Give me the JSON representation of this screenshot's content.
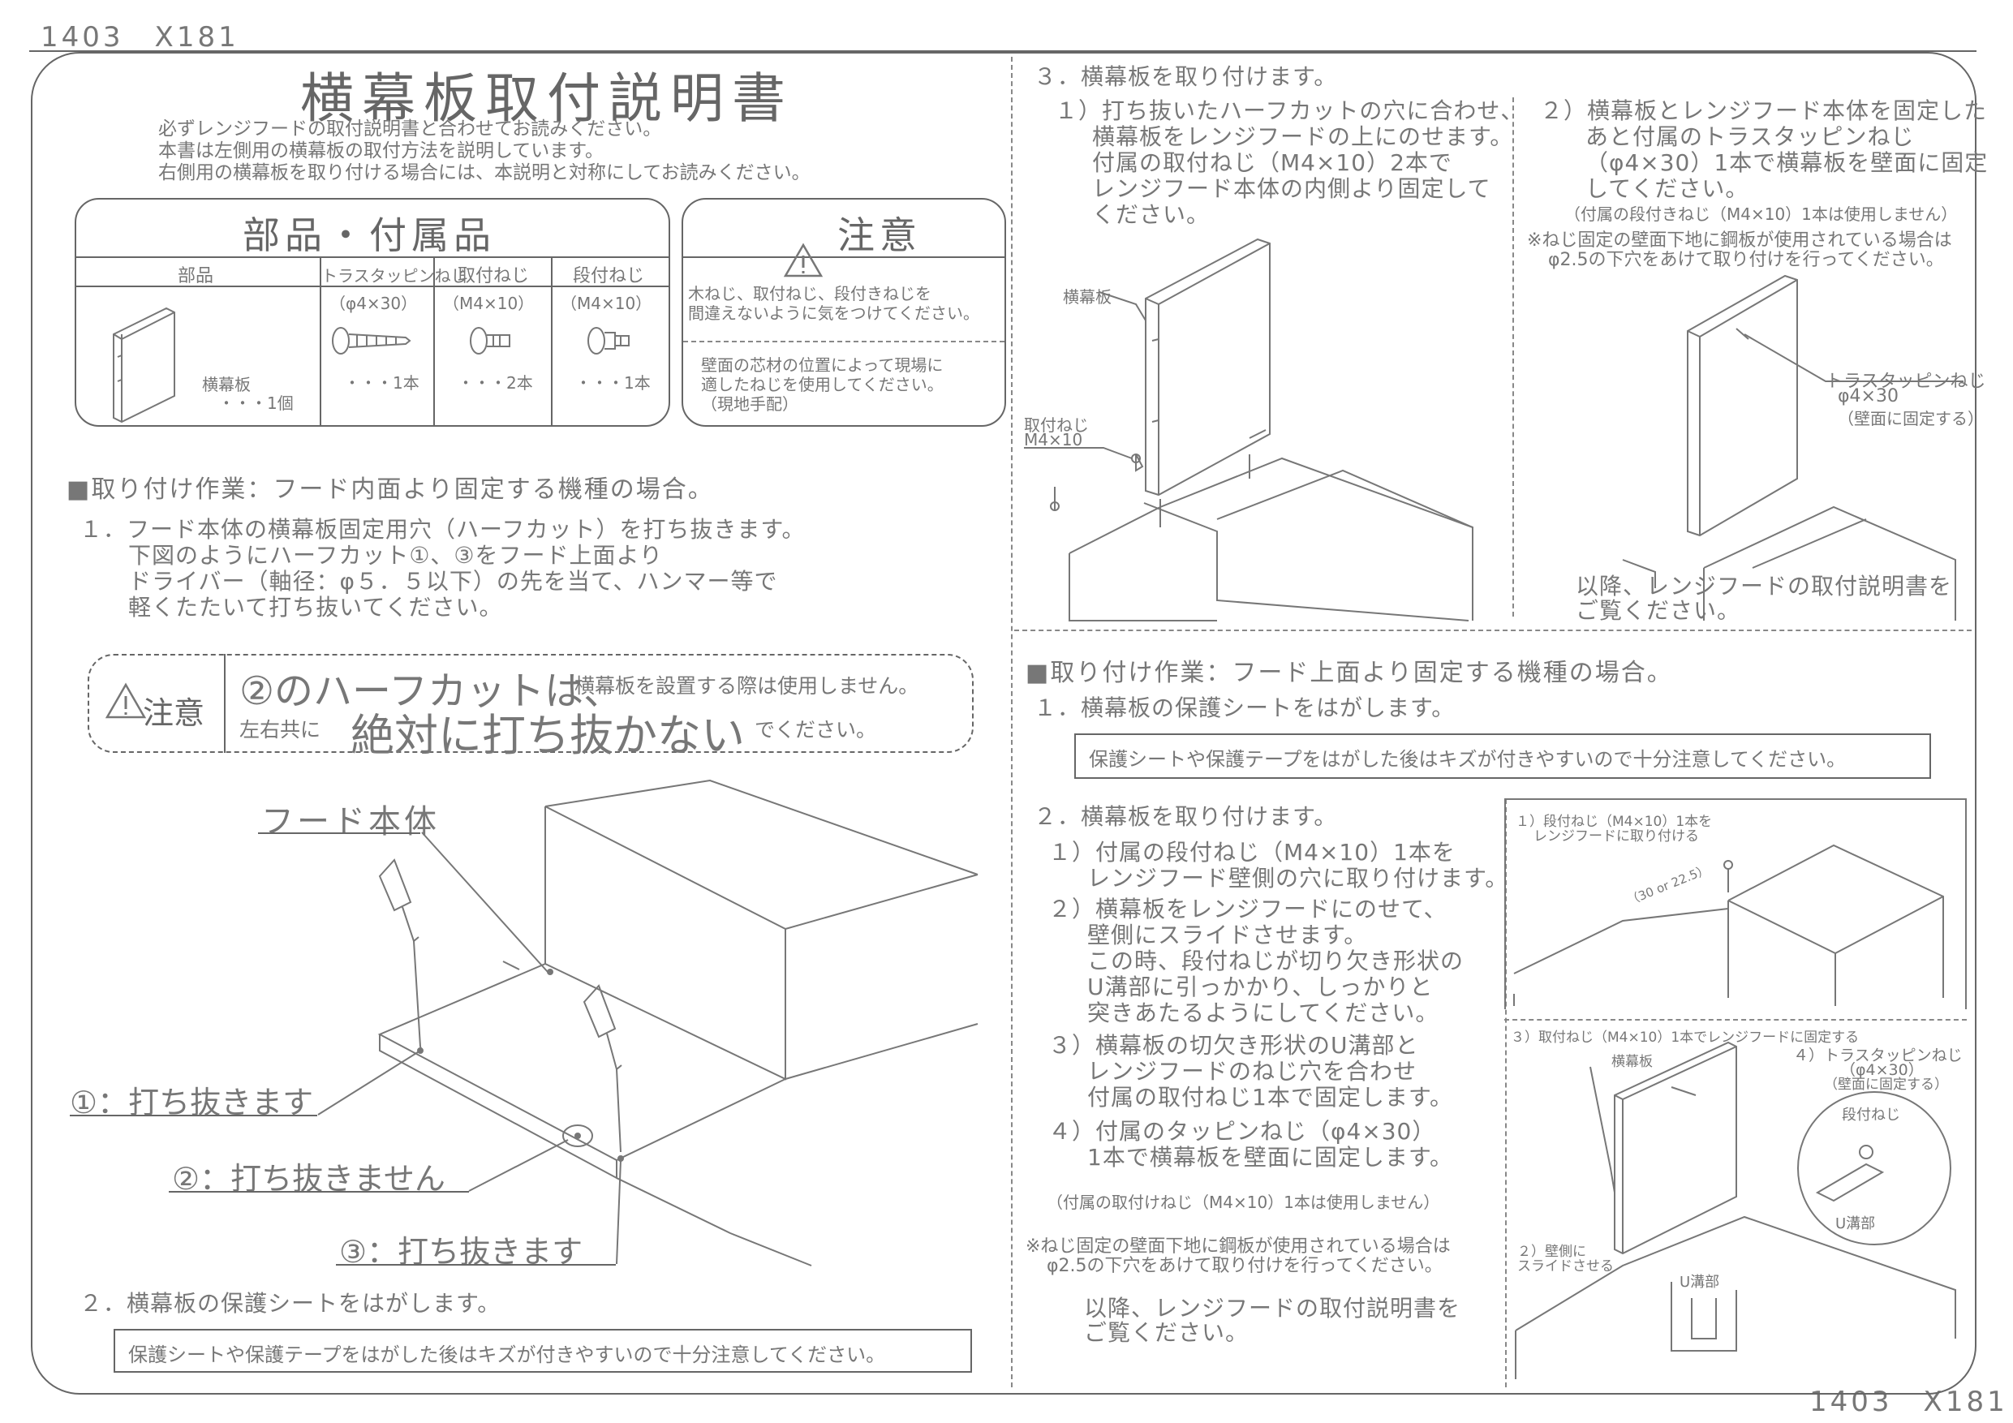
{
  "doc_ref": "1403　X181",
  "title": "横幕板取付説明書",
  "intro": [
    "必ずレンジフードの取付説明書と合わせてお読みください。",
    "本書は左側用の横幕板の取付方法を説明しています。",
    "右側用の横幕板を取り付ける場合には、本説明と対称にしてお読みください。"
  ],
  "parts": {
    "header": "部品・付属品",
    "columns": [
      "部品",
      "トラスタッピンねじ",
      "取付ねじ",
      "段付ねじ"
    ],
    "specs": [
      "（φ4×30）",
      "（M4×10）",
      "（M4×10）"
    ],
    "part_name": "横幕板",
    "part_qty": "・・・1個",
    "qty": [
      "・・・1本",
      "・・・2本",
      "・・・1本"
    ]
  },
  "caution": {
    "header": "注意",
    "line1": "木ねじ、取付ねじ、段付きねじを",
    "line2": "間違えないように気をつけてください。",
    "line3": "壁面の芯材の位置によって現場に",
    "line4": "適したねじを使用してください。",
    "line5": "（現地手配）"
  },
  "section_a": {
    "heading": "■取り付け作業：フード内面より固定する機種の場合。",
    "step1": [
      "１．フード本体の横幕板固定用穴（ハーフカット）を打ち抜きます。",
      "下図のようにハーフカット①、③をフード上面より",
      "ドライバー（軸径：φ５．５以下）の先を当て、ハンマー等で",
      "軽くたたいて打ち抜いてください。"
    ],
    "warn_label": "注意",
    "warn_line1a": "②のハーフカットは、",
    "warn_line1b": "横幕板を設置する際は使用しません。",
    "warn_line2a": "左右共に",
    "warn_line2b": "絶対に打ち抜かない",
    "warn_line2c": "でください。",
    "label_hood": "フード本体",
    "label_1": "①：打ち抜きます",
    "label_2": "②：打ち抜きません",
    "label_3": "③：打ち抜きます",
    "step2": "２．横幕板の保護シートをはがします。",
    "step2_note": "保護シートや保護テープをはがした後はキズが付きやすいので十分注意してください。"
  },
  "section_a3": {
    "heading": "３．横幕板を取り付けます。",
    "col1": [
      "１）打ち抜いたハーフカットの穴に合わせ、",
      "横幕板をレンジフードの上にのせます。",
      "付属の取付ねじ（M4×10）2本で",
      "レンジフード本体の内側より固定して",
      "ください。"
    ],
    "col2": [
      "２）横幕板とレンジフード本体を固定した",
      "あと付属のトラスタッピンねじ",
      "（φ4×30）1本で横幕板を壁面に固定",
      "してください。"
    ],
    "col2_small": "（付属の段付きねじ（M4×10）1本は使用しません）",
    "col2_note1": "※ねじ固定の壁面下地に鋼板が使用されている場合は",
    "col2_note2": "φ2.5の下穴をあけて取り付けを行ってください。",
    "lbl_panel": "横幕板",
    "lbl_screw1": "取付ねじ",
    "lbl_screw2": "M4×10",
    "lbl_truss1": "トラスタッピンねじ",
    "lbl_truss2": "φ4×30",
    "lbl_truss3": "（壁面に固定する）",
    "after1": "以降、レンジフードの取付説明書を",
    "after2": "ご覧ください。"
  },
  "section_b": {
    "heading": "■取り付け作業：フード上面より固定する機種の場合。",
    "step1": "１．横幕板の保護シートをはがします。",
    "step1_note": "保護シートや保護テープをはがした後はキズが付きやすいので十分注意してください。",
    "step2": "２．横幕板を取り付けます。",
    "items": [
      "１）付属の段付ねじ（M4×10）1本を",
      "レンジフード壁側の穴に取り付けます。",
      "２）横幕板をレンジフードにのせて、",
      "壁側にスライドさせます。",
      "この時、段付ねじが切り欠き形状の",
      "U溝部に引っかかり、しっかりと",
      "突きあたるようにしてください。",
      "３）横幕板の切欠き形状のU溝部と",
      "レンジフードのねじ穴を合わせ",
      "付属の取付ねじ1本で固定します。",
      "４）付属のタッピンねじ（φ4×30）",
      "1本で横幕板を壁面に固定します。"
    ],
    "small": "（付属の取付けねじ（M4×10）1本は使用しません）",
    "note1": "※ねじ固定の壁面下地に鋼板が使用されている場合は",
    "note2": "φ2.5の下穴をあけて取り付けを行ってください。",
    "after1": "以降、レンジフードの取付説明書を",
    "after2": "ご覧ください。",
    "fig1a": "１）段付ねじ（M4×10）1本を",
    "fig1b": "レンジフードに取り付ける",
    "fig_dim": "（30 or 22.5）",
    "fig3": "３）取付ねじ（M4×10）1本でレンジフードに固定する",
    "fig_panel": "横幕板",
    "fig4a": "４）トラスタッピンねじ",
    "fig4b": "（φ4×30）",
    "fig4c": "（壁面に固定する）",
    "fig_step_screw": "段付ねじ",
    "fig_ugroove": "U溝部",
    "fig2a": "２）壁側に",
    "fig2b": "スライドさせる",
    "fig_ugroove2": "U溝部"
  }
}
